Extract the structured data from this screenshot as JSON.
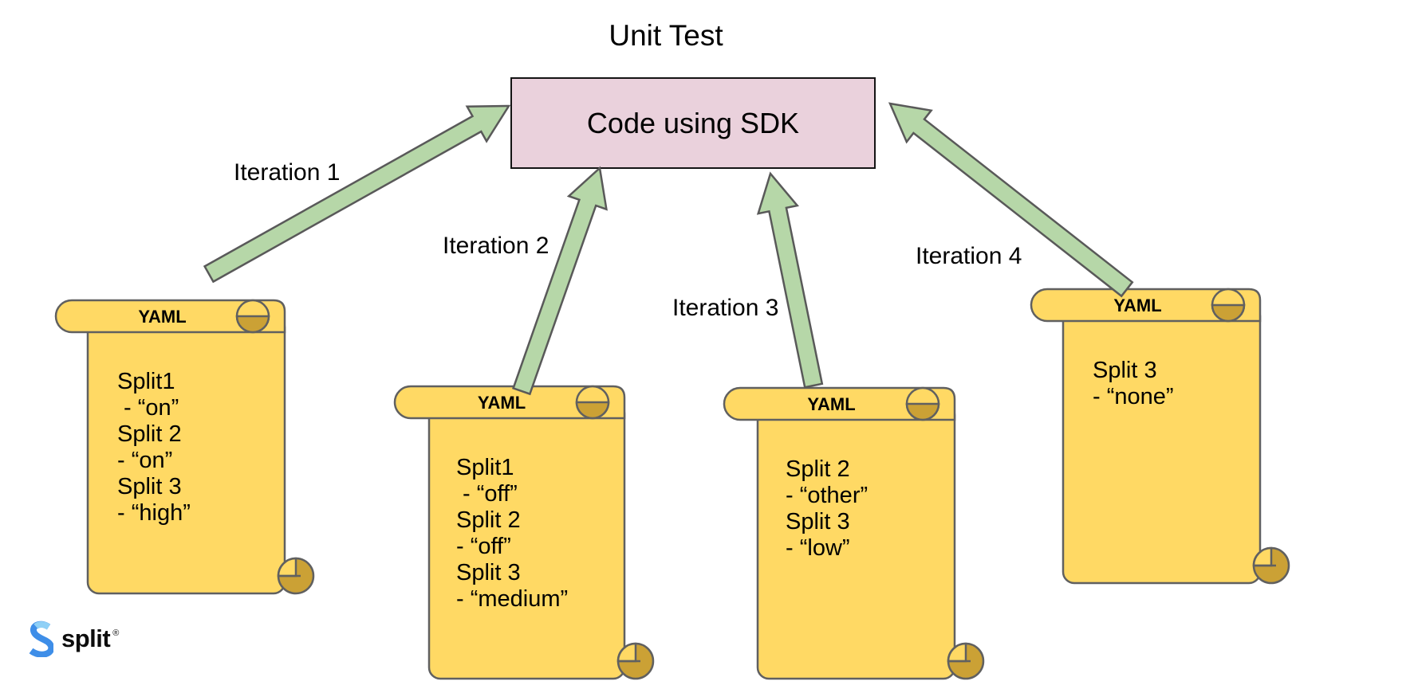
{
  "title": "Unit Test",
  "sdk_box": {
    "label": "Code using SDK"
  },
  "iterations": [
    "Iteration 1",
    "Iteration 2",
    "Iteration 3",
    "Iteration 4"
  ],
  "scrolls": [
    {
      "header": "YAML",
      "lines": [
        "Split1",
        " - “on”",
        "Split 2",
        "- “on”",
        "Split 3",
        "- “high”"
      ]
    },
    {
      "header": "YAML",
      "lines": [
        "Split1",
        " - “off”",
        "Split 2",
        "- “off”",
        "Split 3",
        "- “medium”"
      ]
    },
    {
      "header": "YAML",
      "lines": [
        "Split 2",
        "- “other”",
        "Split 3",
        "- “low”"
      ]
    },
    {
      "header": "YAML",
      "lines": [
        "Split 3",
        "- “none”"
      ]
    }
  ],
  "logo": {
    "text": "split",
    "mark": "®"
  },
  "colors": {
    "scroll_fill": "#FFD964",
    "scroll_curl": "#CBA135",
    "scroll_outline": "#606060",
    "arrow_fill": "#B6D7A8",
    "arrow_outline": "#595959",
    "box_fill": "#EAD1DC",
    "box_outline": "#141414",
    "logo_blue": "#3E8EE8",
    "logo_blue_light": "#8FD0F6",
    "logo_text": "#0D0D0D"
  }
}
